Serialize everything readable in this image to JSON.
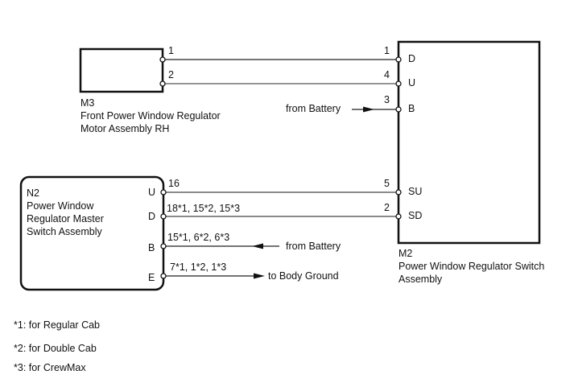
{
  "components": {
    "m3": {
      "code": "M3",
      "name_line1": "Front Power Window Regulator",
      "name_line2": "Motor Assembly RH",
      "pins": [
        {
          "number": "1"
        },
        {
          "number": "2"
        }
      ]
    },
    "m2": {
      "code": "M2",
      "name_line1": "Power Window Regulator Switch",
      "name_line2": "Assembly",
      "pins": [
        {
          "number": "1",
          "terminal": "D"
        },
        {
          "number": "4",
          "terminal": "U"
        },
        {
          "number": "3",
          "terminal": "B"
        },
        {
          "number": "5",
          "terminal": "SU"
        },
        {
          "number": "2",
          "terminal": "SD"
        }
      ]
    },
    "n2": {
      "code": "N2",
      "name_line1": "Power Window",
      "name_line2": "Regulator Master",
      "name_line3": "Switch Assembly",
      "pins": [
        {
          "terminal": "U",
          "number": "16"
        },
        {
          "terminal": "D",
          "number": "18*1, 15*2, 15*3"
        },
        {
          "terminal": "B",
          "number": "15*1, 6*2, 6*3"
        },
        {
          "terminal": "E",
          "number": "7*1, 1*2, 1*3"
        }
      ]
    }
  },
  "external": {
    "from_battery": "from Battery",
    "to_body_ground": "to Body Ground"
  },
  "notes": [
    "*1: for Regular Cab",
    "*2: for Double Cab",
    "*3: for CrewMax"
  ],
  "colors": {
    "line": "#111111",
    "wire_gray": "#555555"
  }
}
